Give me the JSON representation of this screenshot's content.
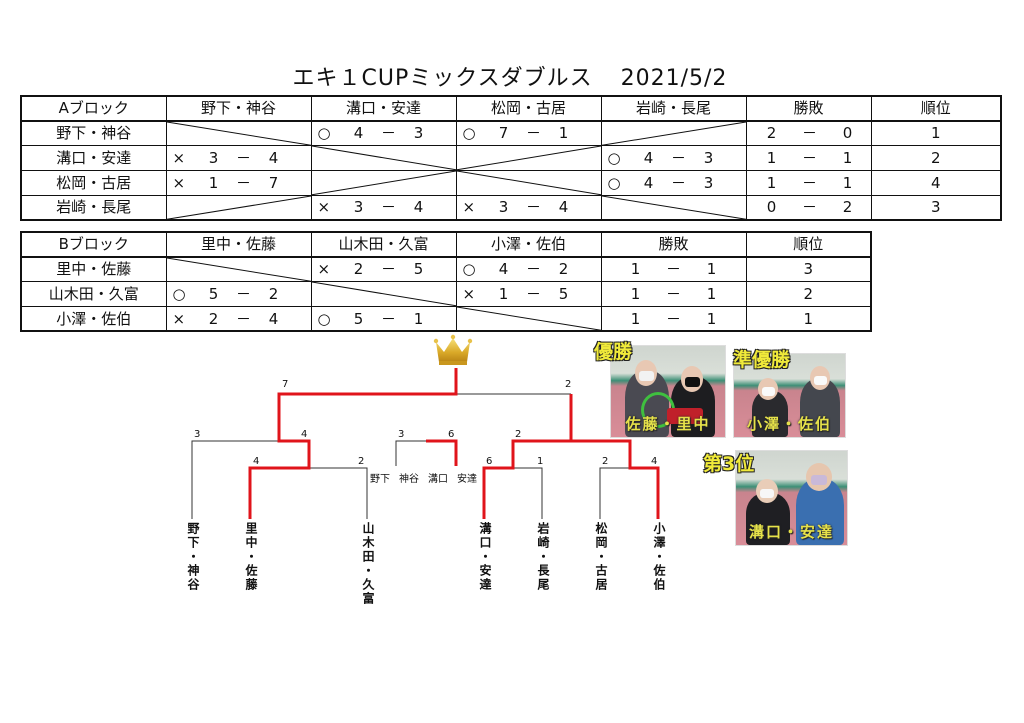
{
  "title": {
    "text": "エキ１CUPミックスダブルス",
    "date": "2021/5/2"
  },
  "block_a": {
    "header": [
      "Aブロック",
      "野下・神谷",
      "溝口・安達",
      "松岡・古居",
      "岩崎・長尾",
      "勝敗",
      "順位"
    ],
    "rows": [
      {
        "team": "野下・神谷",
        "results": [
          null,
          {
            "mark": "○",
            "for": "4",
            "against": "3"
          },
          {
            "mark": "○",
            "for": "7",
            "against": "1"
          },
          null
        ],
        "wins": "2",
        "losses": "0",
        "rank": "1"
      },
      {
        "team": "溝口・安達",
        "results": [
          {
            "mark": "×",
            "for": "3",
            "against": "4"
          },
          null,
          null,
          {
            "mark": "○",
            "for": "4",
            "against": "3"
          }
        ],
        "wins": "1",
        "losses": "1",
        "rank": "2"
      },
      {
        "team": "松岡・古居",
        "results": [
          {
            "mark": "×",
            "for": "1",
            "against": "7"
          },
          null,
          null,
          {
            "mark": "○",
            "for": "4",
            "against": "3"
          }
        ],
        "wins": "1",
        "losses": "1",
        "rank": "4"
      },
      {
        "team": "岩崎・長尾",
        "results": [
          null,
          {
            "mark": "×",
            "for": "3",
            "against": "4"
          },
          {
            "mark": "×",
            "for": "3",
            "against": "4"
          },
          null
        ],
        "wins": "0",
        "losses": "2",
        "rank": "3"
      }
    ]
  },
  "block_b": {
    "header": [
      "Bブロック",
      "里中・佐藤",
      "山木田・久富",
      "小澤・佐伯",
      "勝敗",
      "順位"
    ],
    "rows": [
      {
        "team": "里中・佐藤",
        "results": [
          null,
          {
            "mark": "×",
            "for": "2",
            "against": "5"
          },
          {
            "mark": "○",
            "for": "4",
            "against": "2"
          }
        ],
        "wins": "1",
        "losses": "1",
        "rank": "3"
      },
      {
        "team": "山木田・久富",
        "results": [
          {
            "mark": "○",
            "for": "5",
            "against": "2"
          },
          null,
          {
            "mark": "×",
            "for": "1",
            "against": "5"
          }
        ],
        "wins": "1",
        "losses": "1",
        "rank": "2"
      },
      {
        "team": "小澤・佐伯",
        "results": [
          {
            "mark": "×",
            "for": "2",
            "against": "4"
          },
          {
            "mark": "○",
            "for": "5",
            "against": "1"
          },
          null
        ],
        "wins": "1",
        "losses": "1",
        "rank": "1"
      }
    ]
  },
  "dash": "－",
  "bracket": {
    "teams": [
      {
        "name": "野下・神谷"
      },
      {
        "name": "里中・佐藤"
      },
      {
        "name": "山木田・久富"
      },
      {
        "name": "溝口・安達"
      },
      {
        "name": "岩崎・長尾"
      },
      {
        "name": "松岡・古居"
      },
      {
        "name": "小澤・佐伯"
      }
    ],
    "placement_match": {
      "left_team": [
        "野下",
        "神谷"
      ],
      "right_team": [
        "溝口",
        "安達"
      ],
      "left_score": "3",
      "right_score": "6"
    },
    "scores": {
      "final_left": "7",
      "final_right": "2",
      "semi_left_top": "3",
      "semi_left_bottom": "4",
      "qf_left_top": "4",
      "qf_left_bottom": "2",
      "semi_right_top": "2",
      "qf_right_a_left": "6",
      "qf_right_a_right": "1",
      "qf_right_b_left": "2",
      "qf_right_b_right": "4"
    },
    "colors": {
      "winner_line": "#e0141b",
      "loser_line": "#333333"
    },
    "crown_icon": "crown-icon"
  },
  "awards": [
    {
      "title": "優勝",
      "caption": "佐藤・里中"
    },
    {
      "title": "準優勝",
      "caption": "小澤・佐伯"
    },
    {
      "title": "第3位",
      "caption": "溝口・安達"
    }
  ]
}
